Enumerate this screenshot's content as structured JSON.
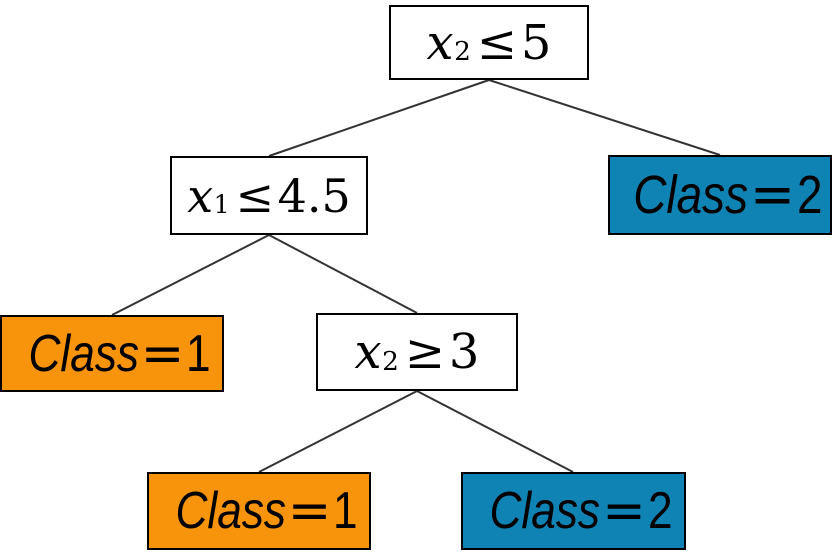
{
  "colors": {
    "class1": "#f7940b",
    "class2": "#0f83b3",
    "decision_bg": "#ffffff",
    "border": "#000000",
    "edge": "#333333"
  },
  "tree": {
    "root": {
      "var": "x",
      "sub": "2",
      "op": "≤",
      "value": "5"
    },
    "left": {
      "var": "x",
      "sub": "1",
      "op": "≤",
      "value": "4.5"
    },
    "left_right": {
      "var": "x",
      "sub": "2",
      "op": "≥",
      "value": "3"
    },
    "leaves": {
      "right": {
        "label": "Class",
        "op": "=",
        "value": "2",
        "class": "class2"
      },
      "left_left": {
        "label": "Class",
        "op": "=",
        "value": "1",
        "class": "class1"
      },
      "bottom_left": {
        "label": "Class",
        "op": "=",
        "value": "1",
        "class": "class1"
      },
      "bottom_right": {
        "label": "Class",
        "op": "=",
        "value": "2",
        "class": "class2"
      }
    }
  }
}
